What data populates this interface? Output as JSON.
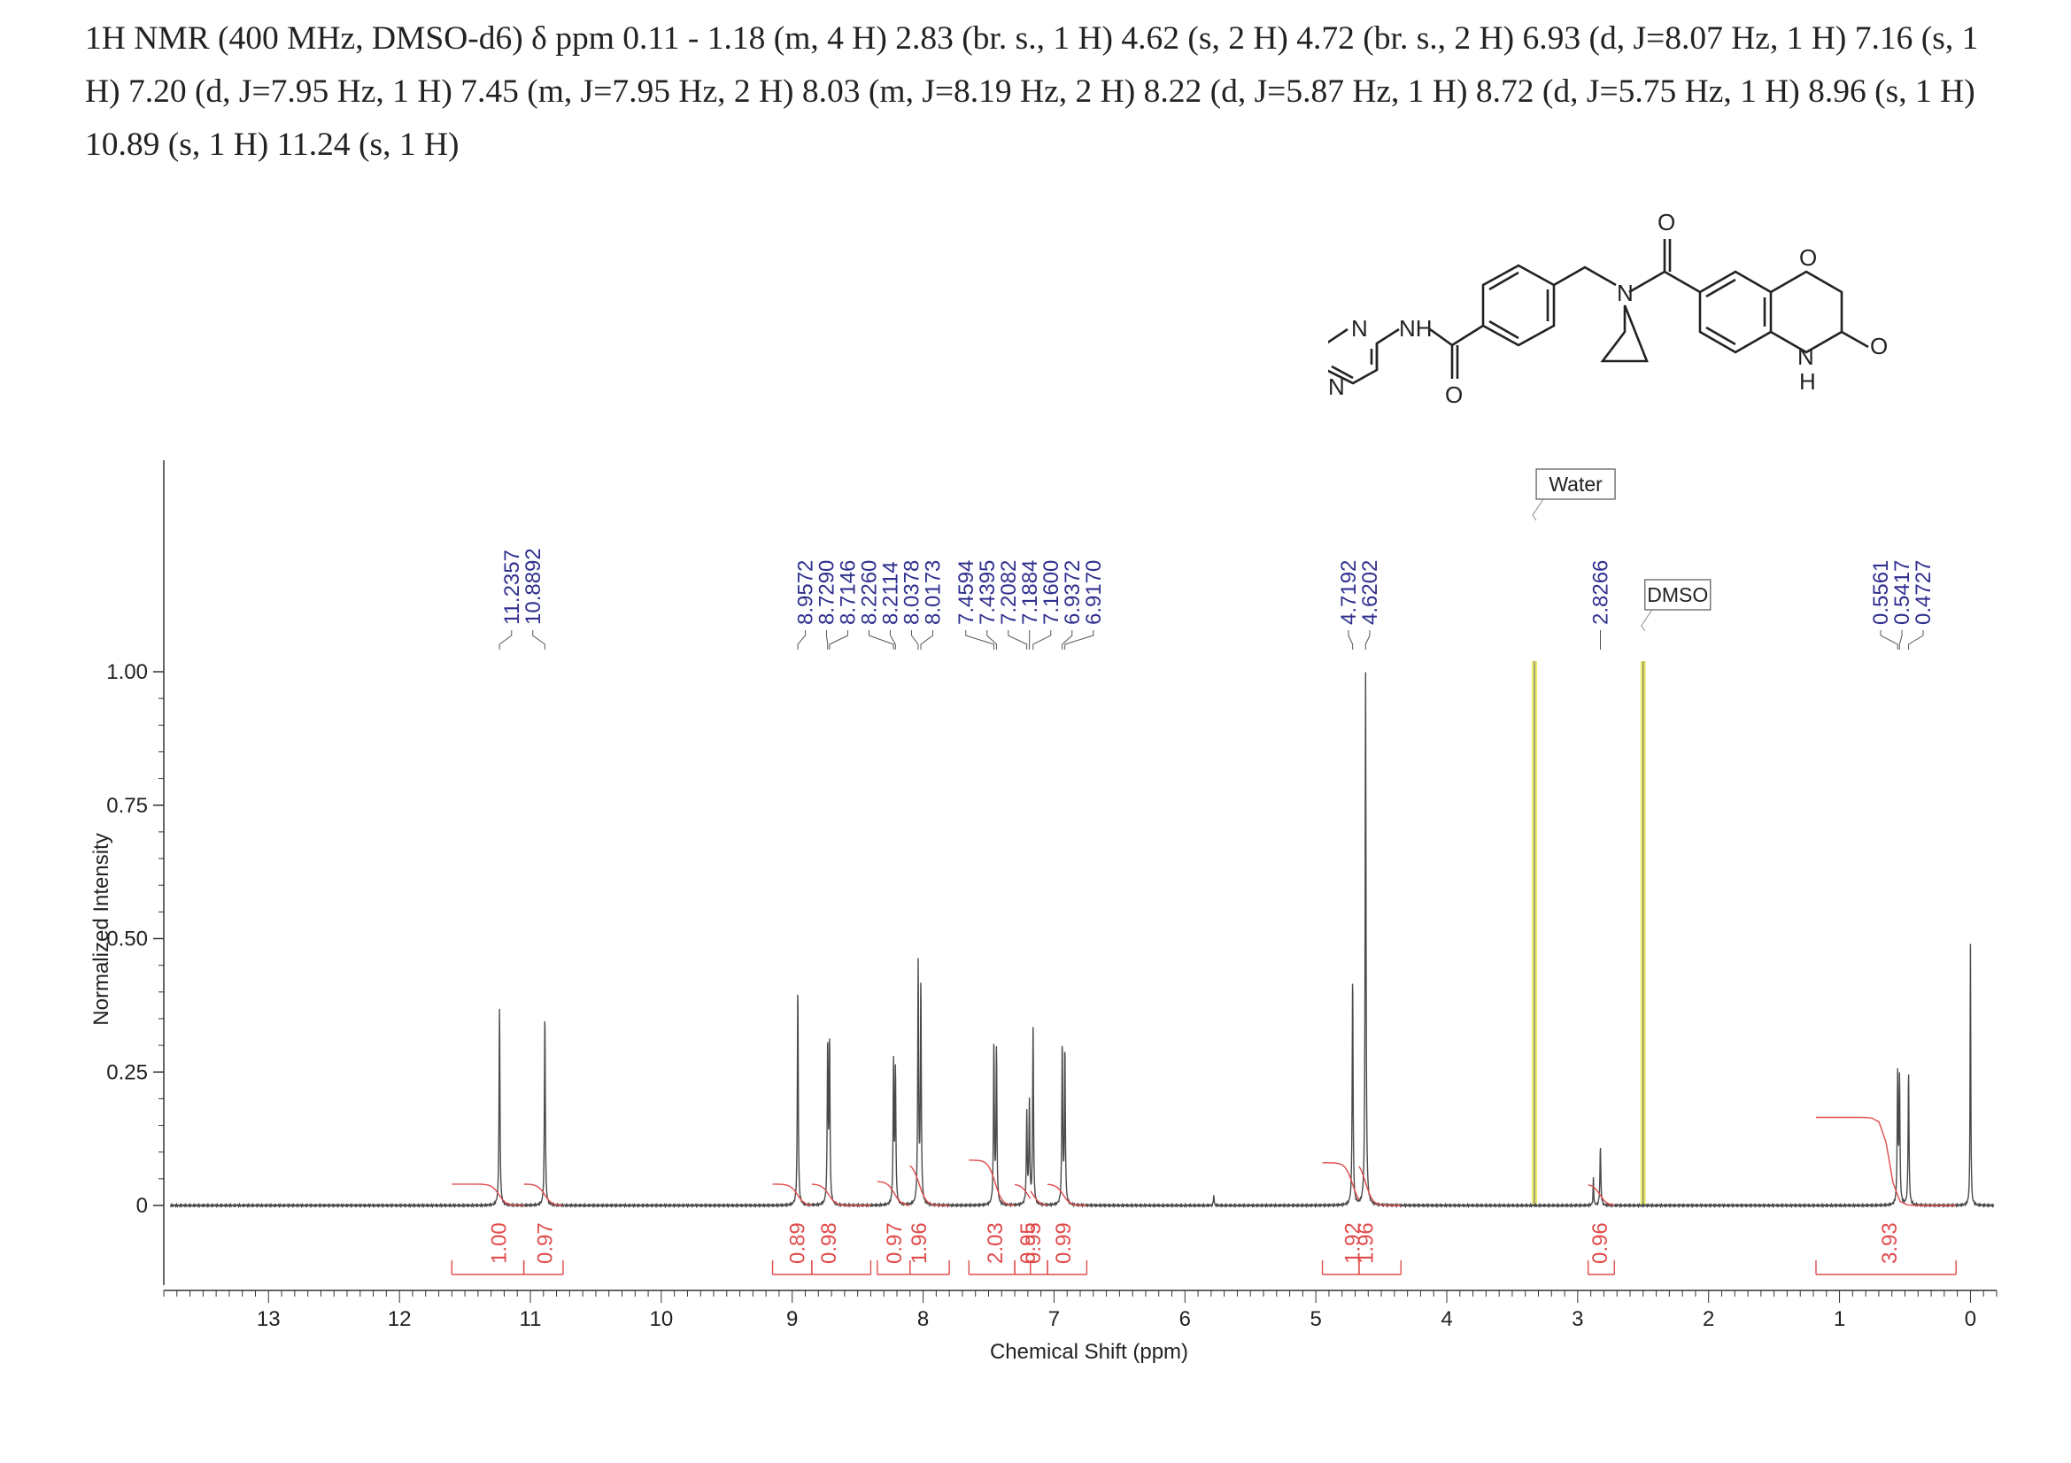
{
  "header": {
    "text": "1H NMR (400 MHz, DMSO-d6) δ ppm 0.11 - 1.18 (m, 4 H) 2.83 (br. s., 1 H) 4.62 (s, 2 H) 4.72 (br. s., 2 H) 6.93 (d, J=8.07 Hz, 1 H) 7.16 (s, 1 H) 7.20 (d, J=7.95 Hz, 1 H) 7.45 (m, J=7.95 Hz, 2 H) 8.03 (m, J=8.19 Hz, 2 H) 8.22 (d, J=5.87 Hz, 1 H) 8.72 (d, J=5.75 Hz, 1 H) 8.96 (s, 1 H) 10.89 (s, 1 H) 11.24 (s, 1 H)"
  },
  "structure": {
    "atoms": [
      "O",
      "O",
      "N",
      "NH",
      "N",
      "N",
      "O",
      "N",
      "H",
      "O"
    ]
  },
  "chart_data": {
    "type": "line",
    "title": "",
    "xlabel": "Chemical Shift (ppm)",
    "ylabel": "Normalized Intensity",
    "xlim": [
      13.8,
      -0.2
    ],
    "ylim": [
      -0.17,
      1.4
    ],
    "x_ticks": [
      13,
      12,
      11,
      10,
      9,
      8,
      7,
      6,
      5,
      4,
      3,
      2,
      1,
      0
    ],
    "x_tick_labels": [
      "13",
      "12",
      "11",
      "10",
      "9",
      "8",
      "7",
      "6",
      "5",
      "4",
      "3",
      "2",
      "1",
      "0"
    ],
    "y_ticks": [
      0,
      0.25,
      0.5,
      0.75,
      1.0
    ],
    "y_tick_labels": [
      "0",
      "0.25",
      "0.50",
      "0.75",
      "1.00"
    ],
    "peaks": [
      {
        "ppm": 11.2357,
        "height": 0.37
      },
      {
        "ppm": 10.8892,
        "height": 0.36
      },
      {
        "ppm": 8.9572,
        "height": 0.41
      },
      {
        "ppm": 8.729,
        "height": 0.3
      },
      {
        "ppm": 8.7146,
        "height": 0.3
      },
      {
        "ppm": 8.226,
        "height": 0.26
      },
      {
        "ppm": 8.2114,
        "height": 0.25
      },
      {
        "ppm": 8.0378,
        "height": 0.45
      },
      {
        "ppm": 8.0173,
        "height": 0.41
      },
      {
        "ppm": 7.4594,
        "height": 0.3
      },
      {
        "ppm": 7.4395,
        "height": 0.29
      },
      {
        "ppm": 7.2082,
        "height": 0.17
      },
      {
        "ppm": 7.1884,
        "height": 0.19
      },
      {
        "ppm": 7.16,
        "height": 0.33
      },
      {
        "ppm": 6.9372,
        "height": 0.3
      },
      {
        "ppm": 6.917,
        "height": 0.29
      },
      {
        "ppm": 4.7192,
        "height": 0.43
      },
      {
        "ppm": 4.6202,
        "height": 1.0
      },
      {
        "ppm": 2.8266,
        "height": 0.11
      },
      {
        "ppm": 0.5561,
        "height": 0.24
      },
      {
        "ppm": 0.5417,
        "height": 0.23
      },
      {
        "ppm": 0.4727,
        "height": 0.25
      }
    ],
    "solvent_peaks": [
      {
        "ppm": 3.33,
        "height": 1.02,
        "label": "Water"
      },
      {
        "ppm": 2.5,
        "height": 1.02,
        "label": "DMSO"
      }
    ],
    "peak_labels": [
      {
        "ppm": 11.2357,
        "text": "11.2357"
      },
      {
        "ppm": 10.8892,
        "text": "10.8892"
      },
      {
        "ppm": 8.9572,
        "text": "8.9572"
      },
      {
        "ppm": 8.729,
        "text": "8.7290"
      },
      {
        "ppm": 8.7146,
        "text": "8.7146"
      },
      {
        "ppm": 8.226,
        "text": "8.2260"
      },
      {
        "ppm": 8.2114,
        "text": "8.2114"
      },
      {
        "ppm": 8.0378,
        "text": "8.0378"
      },
      {
        "ppm": 8.0173,
        "text": "8.0173"
      },
      {
        "ppm": 7.4594,
        "text": "7.4594"
      },
      {
        "ppm": 7.4395,
        "text": "7.4395"
      },
      {
        "ppm": 7.2082,
        "text": "7.2082"
      },
      {
        "ppm": 7.1884,
        "text": "7.1884"
      },
      {
        "ppm": 7.16,
        "text": "7.1600"
      },
      {
        "ppm": 6.9372,
        "text": "6.9372"
      },
      {
        "ppm": 6.917,
        "text": "6.9170"
      },
      {
        "ppm": 4.7192,
        "text": "4.7192"
      },
      {
        "ppm": 4.6202,
        "text": "4.6202"
      },
      {
        "ppm": 2.8266,
        "text": "2.8266"
      },
      {
        "ppm": 0.5561,
        "text": "0.5561"
      },
      {
        "ppm": 0.5417,
        "text": "0.5417"
      },
      {
        "ppm": 0.4727,
        "text": "0.4727"
      }
    ],
    "integrals": [
      {
        "from": 11.6,
        "to": 11.05,
        "center": 11.24,
        "value": "1.00",
        "curve_top": 0.04
      },
      {
        "from": 11.05,
        "to": 10.75,
        "center": 10.89,
        "value": "0.97",
        "curve_top": 0.04
      },
      {
        "from": 9.15,
        "to": 8.85,
        "center": 8.96,
        "value": "0.89",
        "curve_top": 0.04
      },
      {
        "from": 8.85,
        "to": 8.4,
        "center": 8.72,
        "value": "0.98",
        "curve_top": 0.04
      },
      {
        "from": 8.35,
        "to": 8.1,
        "center": 8.22,
        "value": "0.97",
        "curve_top": 0.045
      },
      {
        "from": 8.1,
        "to": 7.8,
        "center": 8.03,
        "value": "1.96",
        "curve_top": 0.08
      },
      {
        "from": 7.65,
        "to": 7.3,
        "center": 7.45,
        "value": "2.03",
        "curve_top": 0.085
      },
      {
        "from": 7.3,
        "to": 7.18,
        "center": 7.2,
        "value": "0.95",
        "curve_top": 0.04
      },
      {
        "from": 7.18,
        "to": 7.05,
        "center": 7.16,
        "value": "0.95",
        "curve_top": 0.04
      },
      {
        "from": 7.05,
        "to": 6.75,
        "center": 6.93,
        "value": "0.99",
        "curve_top": 0.04
      },
      {
        "from": 4.95,
        "to": 4.67,
        "center": 4.72,
        "value": "1.92",
        "curve_top": 0.08
      },
      {
        "from": 4.67,
        "to": 4.35,
        "center": 4.62,
        "value": "1.96",
        "curve_top": 0.085
      },
      {
        "from": 2.92,
        "to": 2.72,
        "center": 2.83,
        "value": "0.96",
        "curve_top": 0.04
      },
      {
        "from": 1.18,
        "to": 0.11,
        "center": 0.62,
        "value": "3.93",
        "curve_top": 0.165
      }
    ],
    "colors": {
      "spectrum": "#4a4a4a",
      "peak_label": "#2f2f8f",
      "integral": "#e04b4b",
      "solvent_fill": "#eaea6a",
      "axis": "#333333"
    }
  }
}
